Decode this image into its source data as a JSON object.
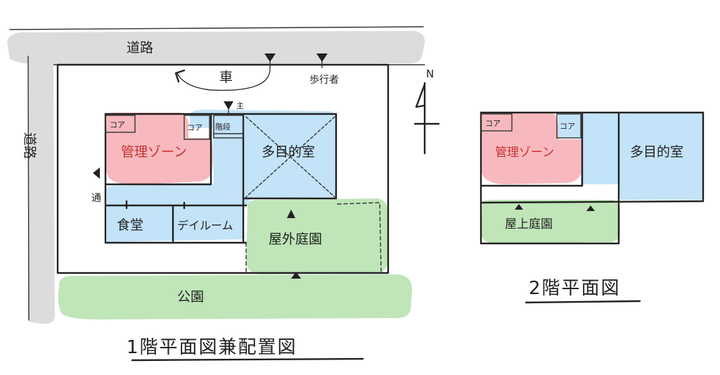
{
  "labels": {
    "road_top": "道路",
    "road_left": "道路",
    "car": "車",
    "pedestrian": "歩行者",
    "north": "N",
    "main_entrance": "主",
    "core_1": "コア",
    "core_2": "コア",
    "stairs": "階段",
    "management_zone": "管理ゾーン",
    "multipurpose_room": "多目的室",
    "side_entrance": "通",
    "dining": "食堂",
    "day_room": "デイルーム",
    "outdoor_garden": "屋外庭園",
    "park": "公園",
    "title_floor1": "1階平面図兼配置図"
  },
  "floor2": {
    "core_1": "コア",
    "core_2": "コア",
    "management_zone": "管理ゾーン",
    "multipurpose_room": "多目的室",
    "rooftop_garden": "屋上庭園",
    "title": "2階平面図"
  },
  "colors": {
    "road": "#dcdcdc",
    "park": "#bfe5b8",
    "management": "#f7b9bd",
    "multipurpose": "#c3e3f8",
    "management_text": "#c83232"
  }
}
